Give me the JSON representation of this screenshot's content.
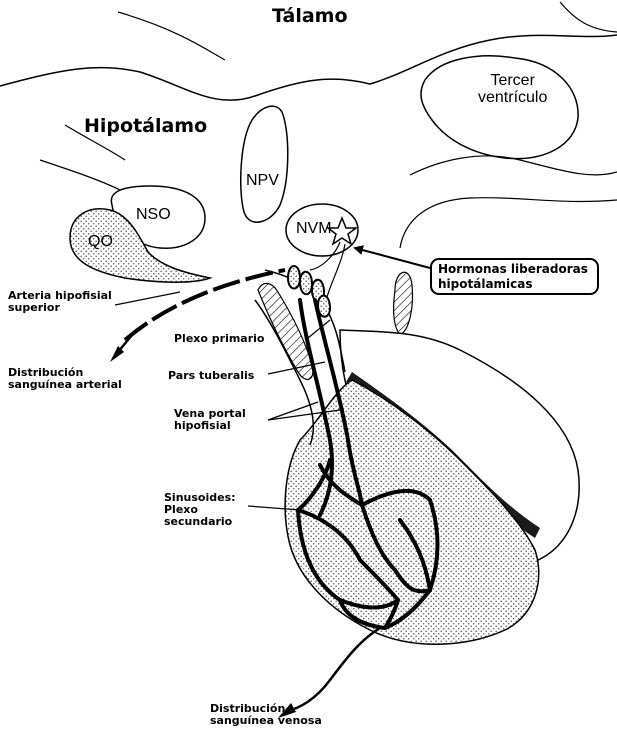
{
  "titles": {
    "thalamus": "Tálamo",
    "hypothalamus": "Hipotálamo"
  },
  "regions": {
    "third_ventricle": "Tercer\nventrículo",
    "npv": "NPV",
    "nso": "NSO",
    "qo": "QO",
    "nvm": "NVM"
  },
  "callouts": {
    "hormones": "Hormonas liberadoras\nhipotálamicas",
    "superior_artery": "Arteria hipofisial\nsuperior",
    "arterial_distribution": "Distribución\nsanguínea arterial",
    "primary_plexus": "Plexo primario",
    "pars_tuberalis": "Pars tuberalis",
    "portal_vein": "Vena portal\nhipofisial",
    "sinusoids": "Sinusoides:\nPlexo\nsecundario",
    "venous_distribution": "Distribución\nsanguínea venosa"
  }
}
